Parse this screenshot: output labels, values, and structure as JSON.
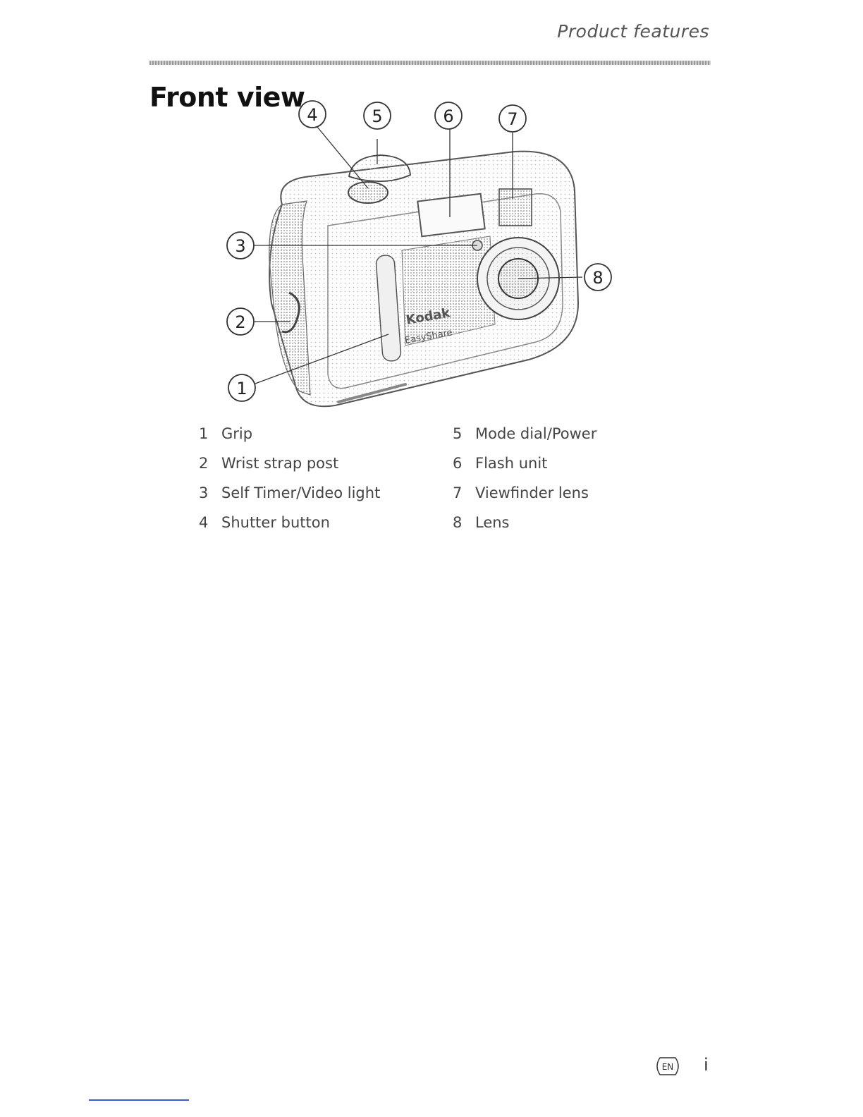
{
  "header": {
    "running_title": "Product features"
  },
  "section": {
    "title": "Front view"
  },
  "figure": {
    "callouts": [
      "1",
      "2",
      "3",
      "4",
      "5",
      "6",
      "7",
      "8"
    ],
    "brand_text": "Kodak",
    "model_text": "EasyShare"
  },
  "legend": {
    "items": [
      {
        "num": "1",
        "label": "Grip"
      },
      {
        "num": "5",
        "label": "Mode dial/Power"
      },
      {
        "num": "2",
        "label": "Wrist strap post"
      },
      {
        "num": "6",
        "label": "Flash unit"
      },
      {
        "num": "3",
        "label": "Self Timer/Video light"
      },
      {
        "num": "7",
        "label": "Viewfinder lens"
      },
      {
        "num": "4",
        "label": "Shutter button"
      },
      {
        "num": "8",
        "label": "Lens"
      }
    ]
  },
  "footer": {
    "language_badge": "EN",
    "page_number": "i"
  },
  "colors": {
    "rule": "#9a9a9a",
    "footer_link_line": "#3a5fc8"
  }
}
